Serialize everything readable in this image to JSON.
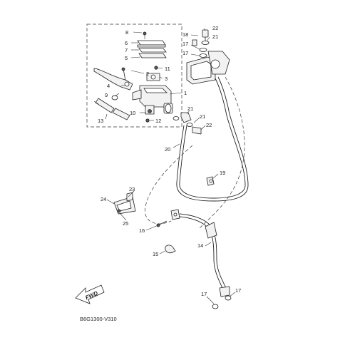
{
  "diagram_code": "B6G1300-V310",
  "fwd_label": "FWD",
  "callouts": [
    "8",
    "6",
    "7",
    "5",
    "11",
    "3",
    "2",
    "4",
    "9",
    "1",
    "10",
    "12",
    "13",
    "22",
    "18",
    "21",
    "17",
    "17",
    "21",
    "21",
    "22",
    "20",
    "19",
    "23",
    "24",
    "25",
    "16",
    "15",
    "14",
    "17",
    "17"
  ]
}
